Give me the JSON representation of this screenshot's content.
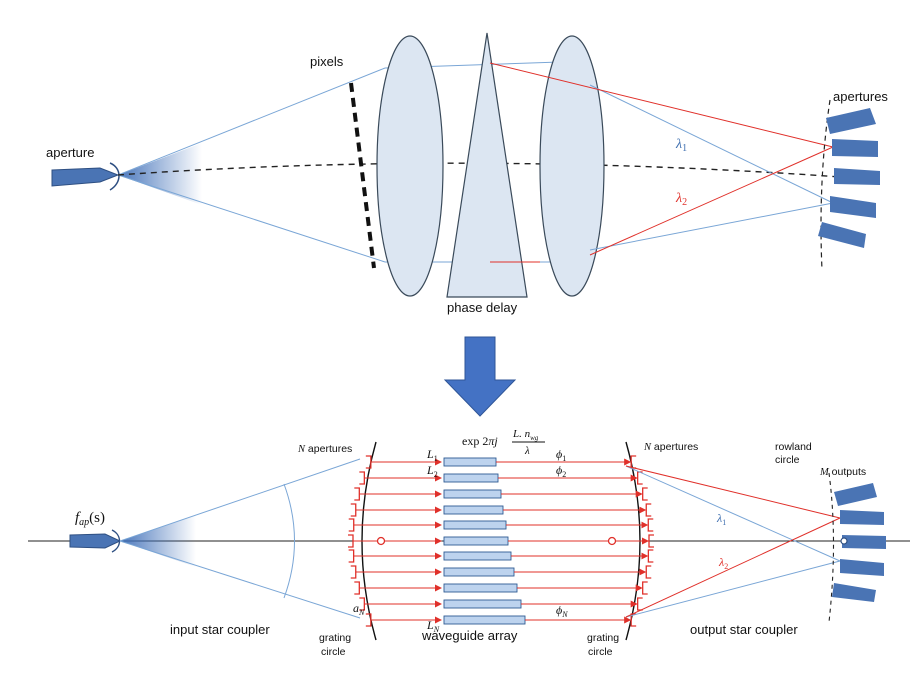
{
  "top": {
    "labels": {
      "aperture": "aperture",
      "pixels": "pixels",
      "apertures": "apertures",
      "phase_delay": "phase delay",
      "lambda1_sym": "λ",
      "lambda1_sub": "1",
      "lambda2_sym": "λ",
      "lambda2_sub": "2"
    }
  },
  "bottom": {
    "labels": {
      "fap": "f",
      "fap_sub": "ap",
      "fap_arg": "(s)",
      "n_apertures_left_sym": "N",
      "n_apertures_left_text": " apertures",
      "n_apertures_right_sym": "N",
      "n_apertures_right_text": " apertures",
      "rowland_line1": "rowland",
      "rowland_line2": "circle",
      "m_outputs_sym": "M",
      "m_outputs_text": " outputs",
      "input_star_coupler": "input star coupler",
      "output_star_coupler": "output star coupler",
      "grating_left_line1": "grating",
      "grating_left_line2": "circle",
      "grating_right_line1": "grating",
      "grating_right_line2": "circle",
      "waveguide_array": "waveguide array",
      "a_n": "a",
      "a_n_sub": "N",
      "L1": "L",
      "L1_sub": "1",
      "L2": "L",
      "L2_sub": "2",
      "LN": "L",
      "LN_sub": "N",
      "phi1": "ϕ",
      "phi1_sub": "1",
      "phi2": "ϕ",
      "phi2_sub": "2",
      "phiN": "ϕ",
      "phiN_sub": "N",
      "lambda1_sym": "λ",
      "lambda1_sub": "1",
      "lambda2_sym": "λ",
      "lambda2_sub": "2",
      "formula_exp": "exp 2",
      "formula_pi": "πj",
      "formula_num": "L. n",
      "formula_num_sub": "wg",
      "formula_den": "λ"
    }
  },
  "colors": {
    "blue_ray": "#7aa6d6",
    "red_ray": "#e0302a",
    "lens_fill": "#dce6f2",
    "lens_stroke": "#3a4a5a",
    "waveguide_fill": "#bdd3ee",
    "waveguide_stroke": "#2f5b93",
    "arrow_blue": "#4472c4",
    "aperture_blue": "#4a74b4"
  }
}
